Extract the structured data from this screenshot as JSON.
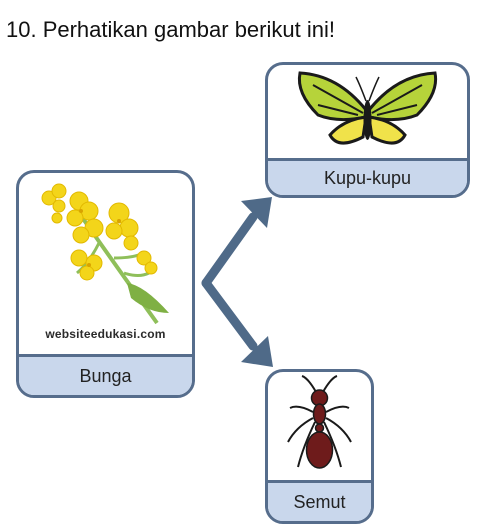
{
  "question": {
    "text": "10. Perhatikan gambar berikut ini!"
  },
  "cards": {
    "flower": {
      "label": "Bunga",
      "watermark": "websiteedukasi.com"
    },
    "butterfly": {
      "label": "Kupu-kupu"
    },
    "ant": {
      "label": "Semut"
    }
  },
  "colors": {
    "frame": "#566d8c",
    "caption_fill": "#c9d7ec",
    "arrow": "#4f6a88"
  }
}
